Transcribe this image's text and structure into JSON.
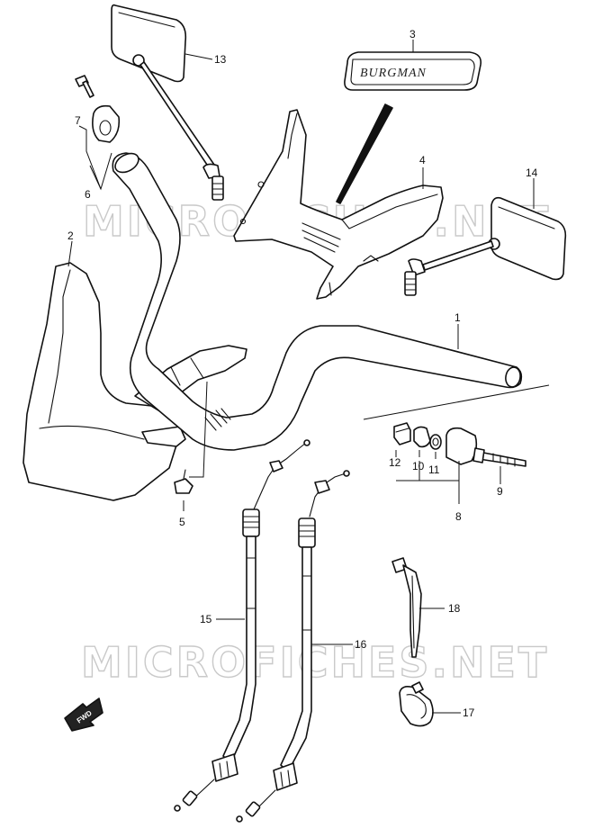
{
  "watermarks": [
    "MICROFICHES.NET",
    "MICROFICHES.NET"
  ],
  "emblem_text": "BURGMAN",
  "fwd_label": "FWD",
  "callouts": {
    "c1": "1",
    "c2": "2",
    "c3": "3",
    "c4": "4",
    "c5": "5",
    "c6": "6",
    "c7": "7",
    "c8": "8",
    "c9": "9",
    "c10": "10",
    "c11": "11",
    "c12": "12",
    "c13": "13",
    "c14": "14",
    "c15": "15",
    "c16": "16",
    "c17": "17",
    "c18": "18"
  },
  "colors": {
    "line": "#111111",
    "watermark": "#c9c9c9",
    "background": "#ffffff"
  }
}
